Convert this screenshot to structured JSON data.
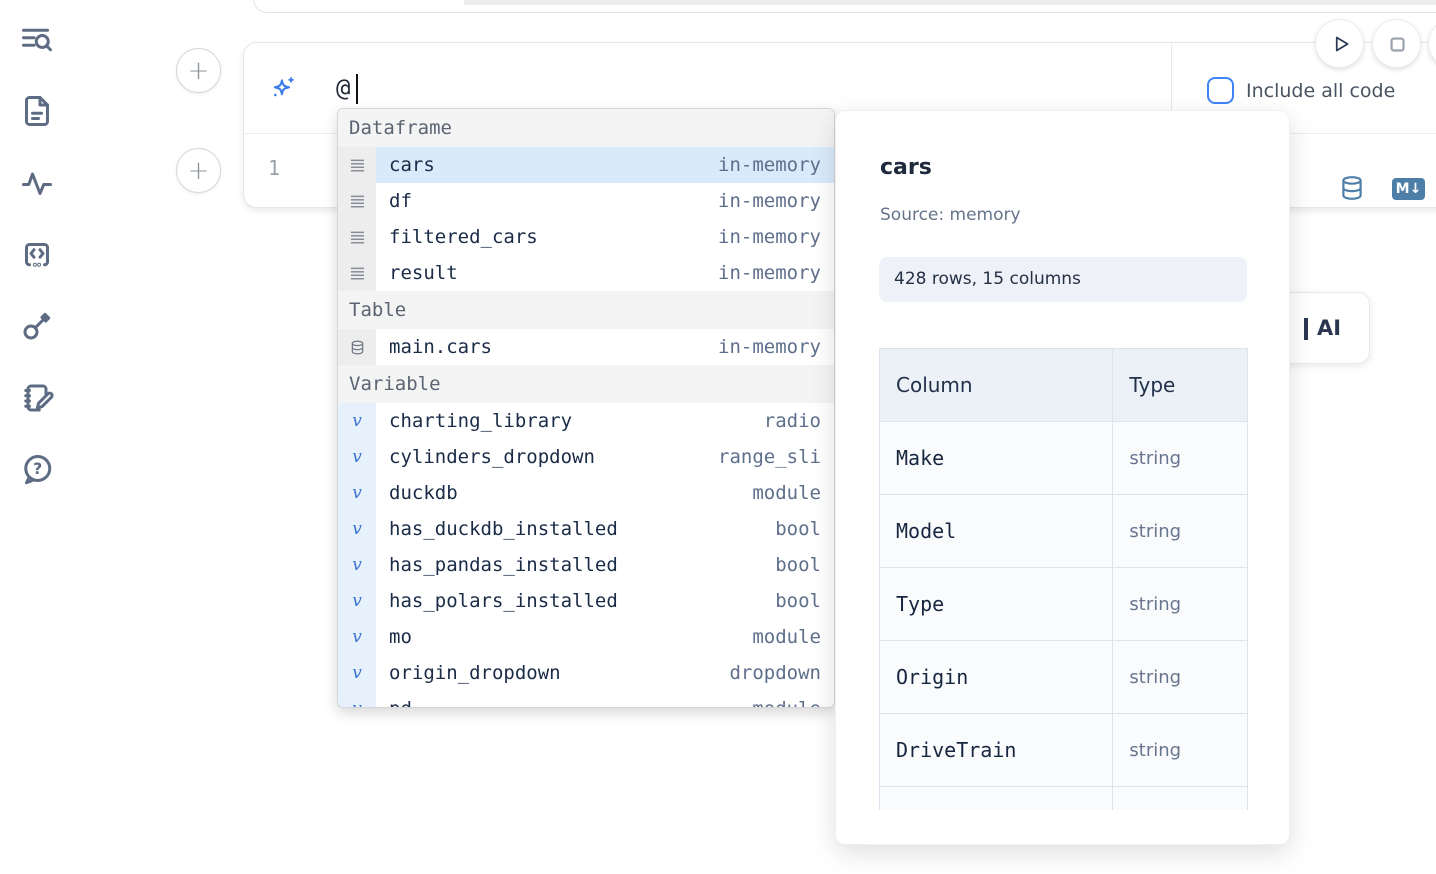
{
  "prompt": {
    "value": "@",
    "include_all_code_label": "Include all code",
    "include_all_code_checked": false
  },
  "run_controls": {
    "icons": [
      "play-icon",
      "stop-icon",
      "partial-circle-button"
    ]
  },
  "cell": {
    "line_number": "1",
    "language_icons": [
      "database-icon",
      "markdown-icon"
    ],
    "markdown_badge": "M↓"
  },
  "sidebar": {
    "icons": [
      "list-search-icon",
      "file-icon",
      "activity-icon",
      "code-snippets-icon",
      "key-icon",
      "scratchpad-icon",
      "help-chat-icon"
    ]
  },
  "autocomplete": {
    "sections": [
      {
        "label": "Dataframe",
        "kind": "dataframe",
        "icon": "dataframe-icon",
        "items": [
          {
            "name": "cars",
            "type": "in-memory",
            "selected": true
          },
          {
            "name": "df",
            "type": "in-memory"
          },
          {
            "name": "filtered_cars",
            "type": "in-memory"
          },
          {
            "name": "result",
            "type": "in-memory"
          }
        ]
      },
      {
        "label": "Table",
        "kind": "table",
        "icon": "database-icon",
        "items": [
          {
            "name": "main.cars",
            "type": "in-memory"
          }
        ]
      },
      {
        "label": "Variable",
        "kind": "variable",
        "icon": "variable-icon",
        "items": [
          {
            "name": "charting_library",
            "type": "radio"
          },
          {
            "name": "cylinders_dropdown",
            "type": "range_sli"
          },
          {
            "name": "duckdb",
            "type": "module"
          },
          {
            "name": "has_duckdb_installed",
            "type": "bool"
          },
          {
            "name": "has_pandas_installed",
            "type": "bool"
          },
          {
            "name": "has_polars_installed",
            "type": "bool"
          },
          {
            "name": "mo",
            "type": "module"
          },
          {
            "name": "origin_dropdown",
            "type": "dropdown"
          },
          {
            "name": "pd",
            "type": "module",
            "clipped": true
          }
        ]
      }
    ]
  },
  "preview": {
    "title": "cars",
    "source": "Source: memory",
    "shape_badge": "428 rows, 15 columns",
    "table": {
      "headers": [
        "Column",
        "Type"
      ],
      "rows": [
        [
          "Make",
          "string"
        ],
        [
          "Model",
          "string"
        ],
        [
          "Type",
          "string"
        ],
        [
          "Origin",
          "string"
        ],
        [
          "DriveTrain",
          "string"
        ]
      ],
      "clipped_extra_row": true
    }
  },
  "ai_card": {
    "label": "AI"
  },
  "colors": {
    "accent_blue": "#3b82f6",
    "steel_blue": "#4d7ea8",
    "selected_row": "#d9eafb",
    "icon_slate": "#5d6b83"
  }
}
